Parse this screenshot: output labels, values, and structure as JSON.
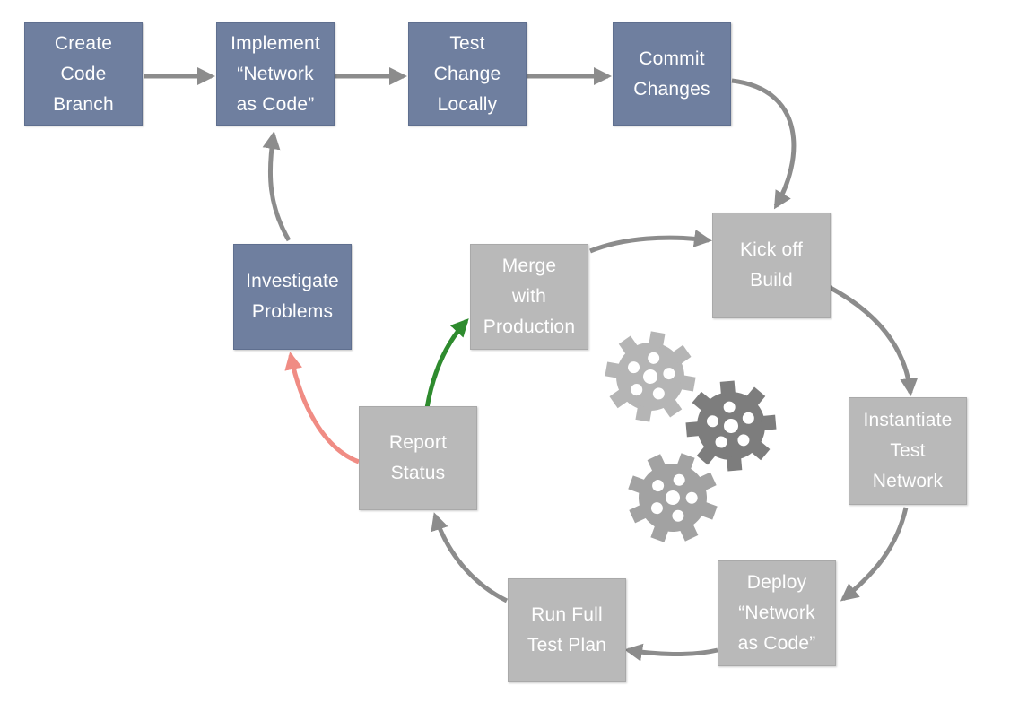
{
  "colors": {
    "blue_box": "#6f7f9f",
    "gray_box": "#b9b9b9",
    "arrow_gray": "#8c8c8c",
    "success_arrow": "#2e8b2e",
    "failure_arrow": "#f08c84",
    "gear_light": "#b5b5b5",
    "gear_dark": "#7d7d7d",
    "gear_mid": "#a2a2a2"
  },
  "nodes": {
    "create_branch": "Create\nCode\nBranch",
    "implement": "Implement\n“Network\nas Code”",
    "test_locally": "Test\nChange\nLocally",
    "commit": "Commit\nChanges",
    "kick_off": "Kick off\nBuild",
    "instantiate": "Instantiate\nTest\nNetwork",
    "deploy": "Deploy\n“Network\nas Code”",
    "run_test": "Run Full\nTest Plan",
    "report": "Report\nStatus",
    "merge": "Merge\nwith\nProduction",
    "investigate": "Investigate\nProblems"
  },
  "icons": [
    "gear-icon",
    "gear-icon",
    "gear-icon"
  ]
}
